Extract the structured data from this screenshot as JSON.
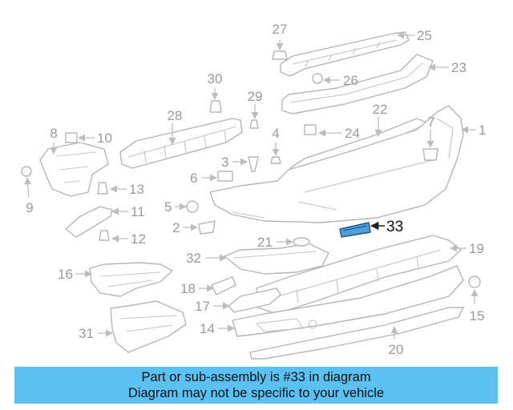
{
  "diagram": {
    "callouts": {
      "n1": "1",
      "n2": "2",
      "n3": "3",
      "n4": "4",
      "n5": "5",
      "n6": "6",
      "n7": "7",
      "n8": "8",
      "n9": "9",
      "n10": "10",
      "n11": "11",
      "n12": "12",
      "n13": "13",
      "n14": "14",
      "n15": "15",
      "n16": "16",
      "n17": "17",
      "n18": "18",
      "n19": "19",
      "n20": "20",
      "n21": "21",
      "n22": "22",
      "n23": "23",
      "n24": "24",
      "n25": "25",
      "n26": "26",
      "n27": "27",
      "n28": "28",
      "n29": "29",
      "n30": "30",
      "n31": "31",
      "n32": "32",
      "n33": "33"
    },
    "highlighted_part": "33",
    "highlight_color": "#4f9fdc"
  },
  "banner": {
    "line1": "Part or sub-assembly is #33 in diagram",
    "line2": "Diagram may not be specific to your vehicle",
    "background_color": "#5bc0f2"
  }
}
